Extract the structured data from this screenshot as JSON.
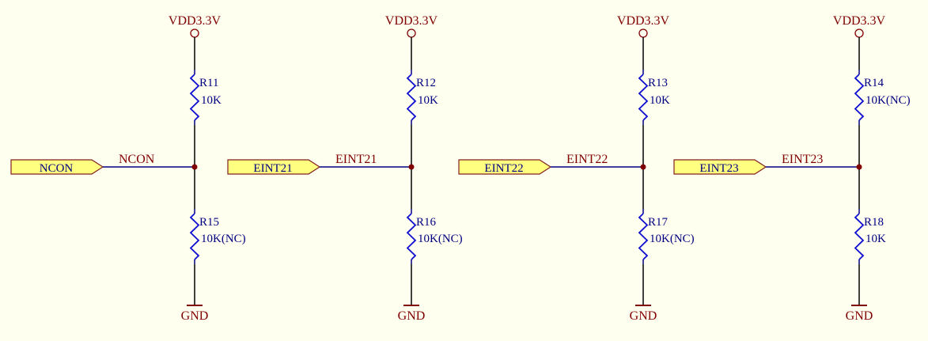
{
  "circuits": [
    {
      "power_label": "VDD3.3V",
      "top_resistor": {
        "designator": "R11",
        "value": "10K"
      },
      "bottom_resistor": {
        "designator": "R15",
        "value": "10K(NC)"
      },
      "port_label": "NCON",
      "net_label": "NCON",
      "ground_label": "GND"
    },
    {
      "power_label": "VDD3.3V",
      "top_resistor": {
        "designator": "R12",
        "value": "10K"
      },
      "bottom_resistor": {
        "designator": "R16",
        "value": "10K(NC)"
      },
      "port_label": "EINT21",
      "net_label": "EINT21",
      "ground_label": "GND"
    },
    {
      "power_label": "VDD3.3V",
      "top_resistor": {
        "designator": "R13",
        "value": "10K"
      },
      "bottom_resistor": {
        "designator": "R17",
        "value": "10K(NC)"
      },
      "port_label": "EINT22",
      "net_label": "EINT22",
      "ground_label": "GND"
    },
    {
      "power_label": "VDD3.3V",
      "top_resistor": {
        "designator": "R14",
        "value": "10K(NC)"
      },
      "bottom_resistor": {
        "designator": "R18",
        "value": "10K"
      },
      "port_label": "EINT23",
      "net_label": "EINT23",
      "ground_label": "GND"
    }
  ],
  "colors": {
    "background": "#FFFFF0",
    "wire": "#000080",
    "resistor": "#1010D0",
    "port_fill": "#FFFF80",
    "label_red": "#800000",
    "label_blue": "#000080"
  }
}
